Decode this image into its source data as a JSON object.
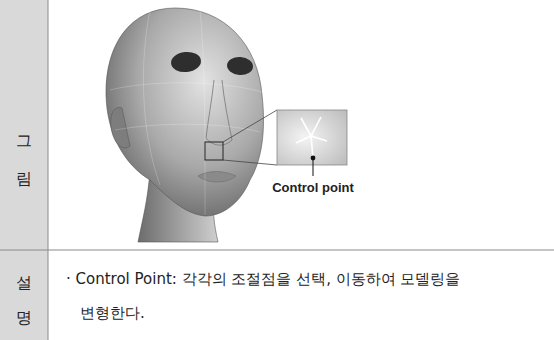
{
  "diagram": {
    "labels": [
      "그림",
      "Control point",
      "설명",
      "· Control Point: 각각의 조절점을 선택, 이동하여 모델링을 변형한다."
    ]
  }
}
